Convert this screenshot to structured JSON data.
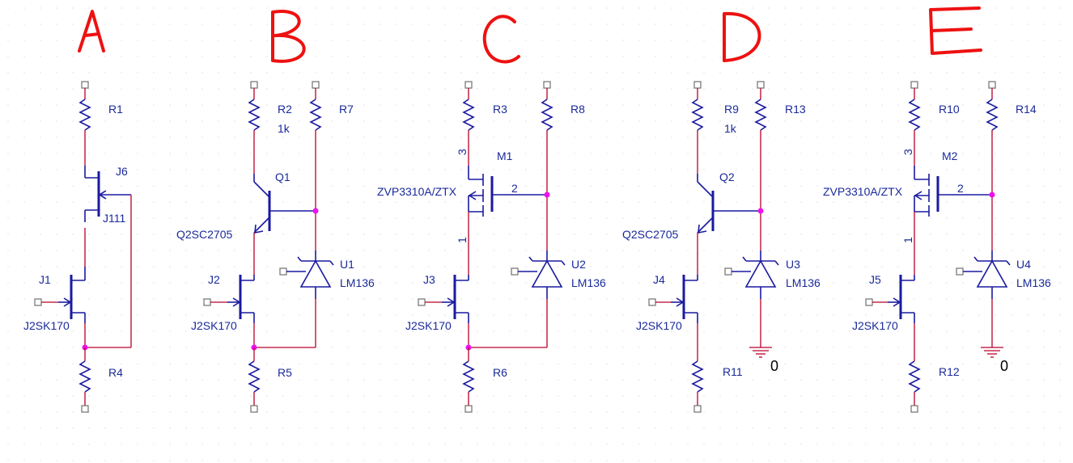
{
  "headings": [
    "A",
    "B",
    "C",
    "D",
    "E"
  ],
  "labels": {
    "R1": "R1",
    "J6": "J6",
    "J111": "J111",
    "J1": "J1",
    "J2SK170_A": "J2SK170",
    "R4": "R4",
    "R2": "R2",
    "R2v": "1k",
    "R7": "R7",
    "Q1": "Q1",
    "Q2SC2705_B": "Q2SC2705",
    "U1": "U1",
    "LM136_B": "LM136",
    "J2": "J2",
    "J2SK170_B": "J2SK170",
    "R5": "R5",
    "R3": "R3",
    "R8": "R8",
    "pin3_C": "3",
    "M1": "M1",
    "ZVP_C": "ZVP3310A/ZTX",
    "pin2_C": "2",
    "pin1_C": "1",
    "U2": "U2",
    "LM136_C": "LM136",
    "J3": "J3",
    "J2SK170_C": "J2SK170",
    "R6": "R6",
    "R9": "R9",
    "R9v": "1k",
    "R13": "R13",
    "Q2": "Q2",
    "Q2SC2705_D": "Q2SC2705",
    "U3": "U3",
    "LM136_D": "LM136",
    "J4": "J4",
    "J2SK170_D": "J2SK170",
    "R11": "R11",
    "gnd_D": "0",
    "R10": "R10",
    "R14": "R14",
    "pin3_E": "3",
    "M2": "M2",
    "ZVP_E": "ZVP3310A/ZTX",
    "pin2_E": "2",
    "pin1_E": "1",
    "U4": "U4",
    "LM136_E": "LM136",
    "J5": "J5",
    "J2SK170_E": "J2SK170",
    "R12": "R12",
    "gnd_E": "0"
  },
  "colors": {
    "wire": "#b8002a",
    "component": "#1a1aa0",
    "junction": "#ee11ee",
    "handwriting": "#ee1111",
    "grid": "#c8c8c8"
  }
}
